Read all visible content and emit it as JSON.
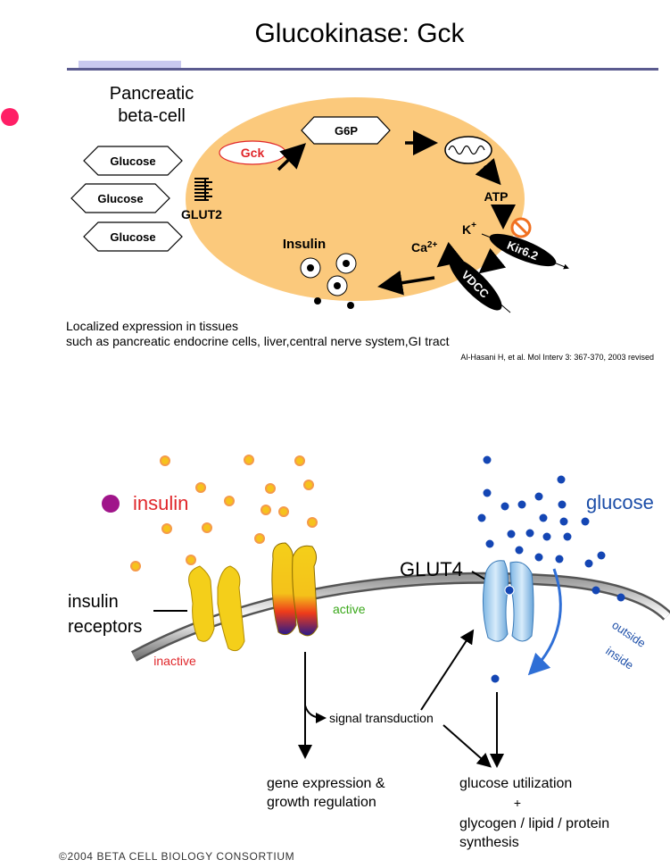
{
  "slide": {
    "title": "Glucokinase: Gck",
    "colors": {
      "title_rule": "#5b5b8f",
      "title_rule_accent": "#c9c9ef",
      "bullet": "#ff1f66",
      "cell_fill": "#fbc97c"
    }
  },
  "top": {
    "cell_title": [
      "Pancreatic",
      "beta-cell"
    ],
    "glucose_labels": [
      "Glucose",
      "Glucose",
      "Glucose"
    ],
    "glut2": "GLUT2",
    "gck": "Gck",
    "g6p": "G6P",
    "atp": "ATP",
    "k": "K",
    "k_sup": "+",
    "kir": "Kir6.2",
    "ca": "Ca",
    "ca_sup": "2+",
    "vdcc": "VDCC",
    "insulin": "Insulin",
    "description": [
      "Localized expression in tissues",
      "such as pancreatic endocrine cells, liver,central nerve system,GI tract"
    ],
    "citation": "Al-Hasani H, et al. Mol Interv 3: 367-370, 2003 revised"
  },
  "bottom": {
    "insulin": "insulin",
    "insulin_receptors": [
      "insulin",
      "receptors"
    ],
    "inactive": "inactive",
    "active": "active",
    "glut4": "GLUT4",
    "glucose": "glucose",
    "outside": "outside",
    "inside": "inside",
    "signal_transduction": "signal transduction",
    "gene_expression": [
      "gene expression &",
      "growth regulation"
    ],
    "glucose_utilization": [
      "glucose utilization",
      "+",
      "glycogen / lipid / protein",
      "synthesis"
    ],
    "copyright": "©2004 BETA CELL BIOLOGY CONSORTIUM",
    "colors": {
      "insulin_text": "#e0262a",
      "insulin_dot": "#f6c21c",
      "glucose_text": "#1c4ea8",
      "glucose_dot": "#1446b4",
      "active_text": "#3aa81a",
      "inactive_text": "#e0262a",
      "receptor": "#f4cf1a",
      "glut4": "#9ccdf0"
    }
  }
}
